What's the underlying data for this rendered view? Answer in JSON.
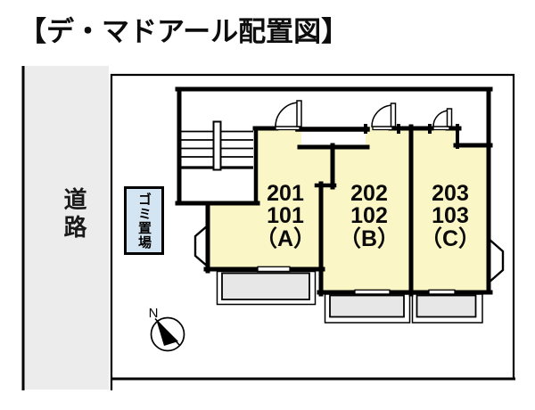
{
  "title": "【デ・マドアール配置図】",
  "road": {
    "label": "道路"
  },
  "garbage": {
    "label": "ゴミ置場"
  },
  "compass": {
    "north_label": "N"
  },
  "units": [
    {
      "id": "A",
      "upper_room": "201",
      "lower_room": "101",
      "letter": "（A）"
    },
    {
      "id": "B",
      "upper_room": "202",
      "lower_room": "102",
      "letter": "（B）"
    },
    {
      "id": "C",
      "upper_room": "203",
      "lower_room": "103",
      "letter": "（C）"
    }
  ],
  "colors": {
    "unit_fill": "#FBF6C6",
    "road_fill": "#ECECEC",
    "garbage_fill": "#D3E5F2",
    "balcony_fill": "#E7E7E7",
    "line": "#000000",
    "background": "#FFFFFF"
  }
}
